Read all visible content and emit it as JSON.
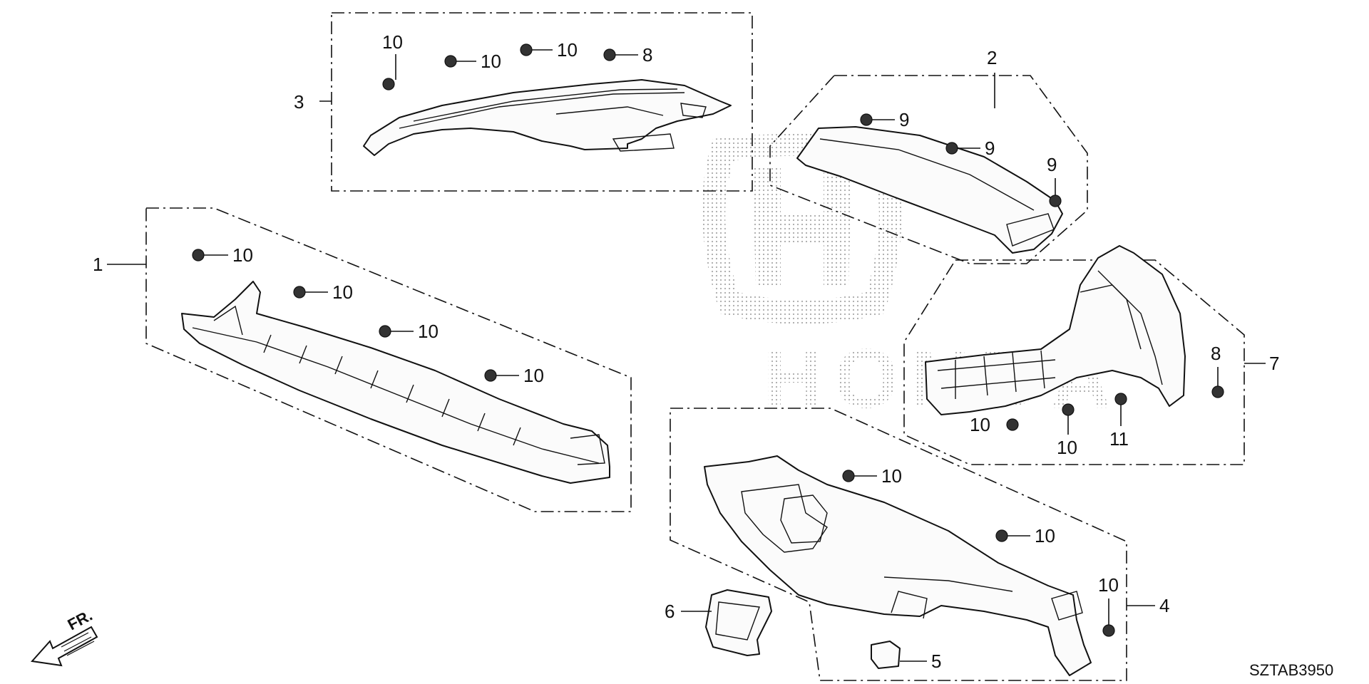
{
  "diagram_code": "SZTAB3950",
  "front_indicator": "FR.",
  "watermark": "HONDA",
  "callouts": {
    "part_1": "1",
    "part_2": "2",
    "part_3": "3",
    "part_4": "4",
    "part_5": "5",
    "part_6": "6",
    "part_7": "7",
    "clip_8": "8",
    "clip_9": "9",
    "clip_10": "10",
    "clip_11": "11"
  }
}
